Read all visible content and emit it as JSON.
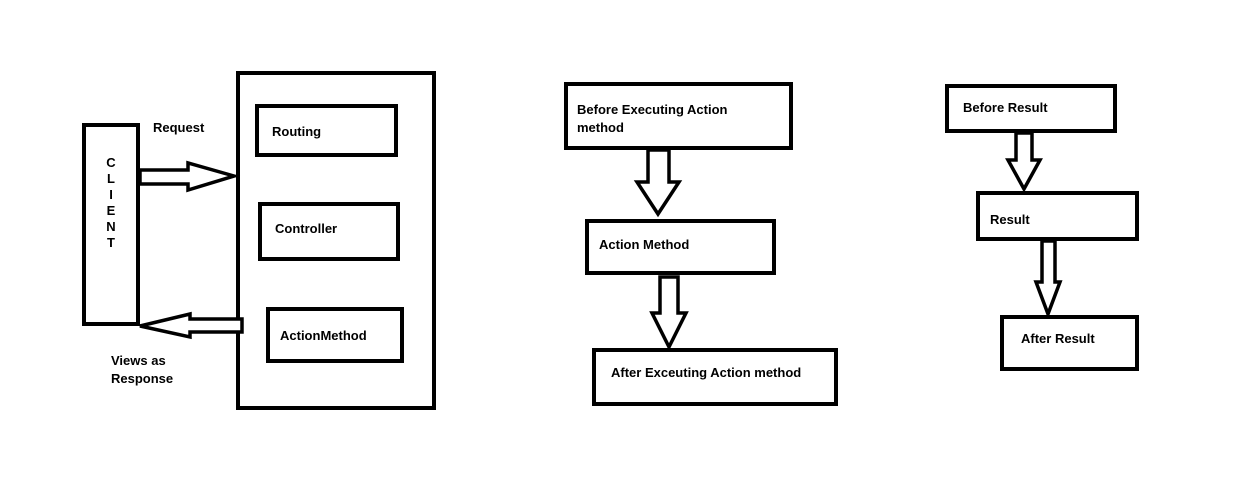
{
  "diagram1": {
    "client_letters": [
      "C",
      "L",
      "I",
      "E",
      "N",
      "T"
    ],
    "request_label": "Request",
    "response_label_line1": "Views as",
    "response_label_line2": "Response",
    "routing": "Routing",
    "controller": "Controller",
    "action_method": "ActionMethod"
  },
  "diagram2": {
    "before_line1": "Before Executing Action",
    "before_line2": "method",
    "action": "Action Method",
    "after": "After Exceuting Action method"
  },
  "diagram3": {
    "before": "Before Result",
    "result": "Result",
    "after": "After Result"
  }
}
